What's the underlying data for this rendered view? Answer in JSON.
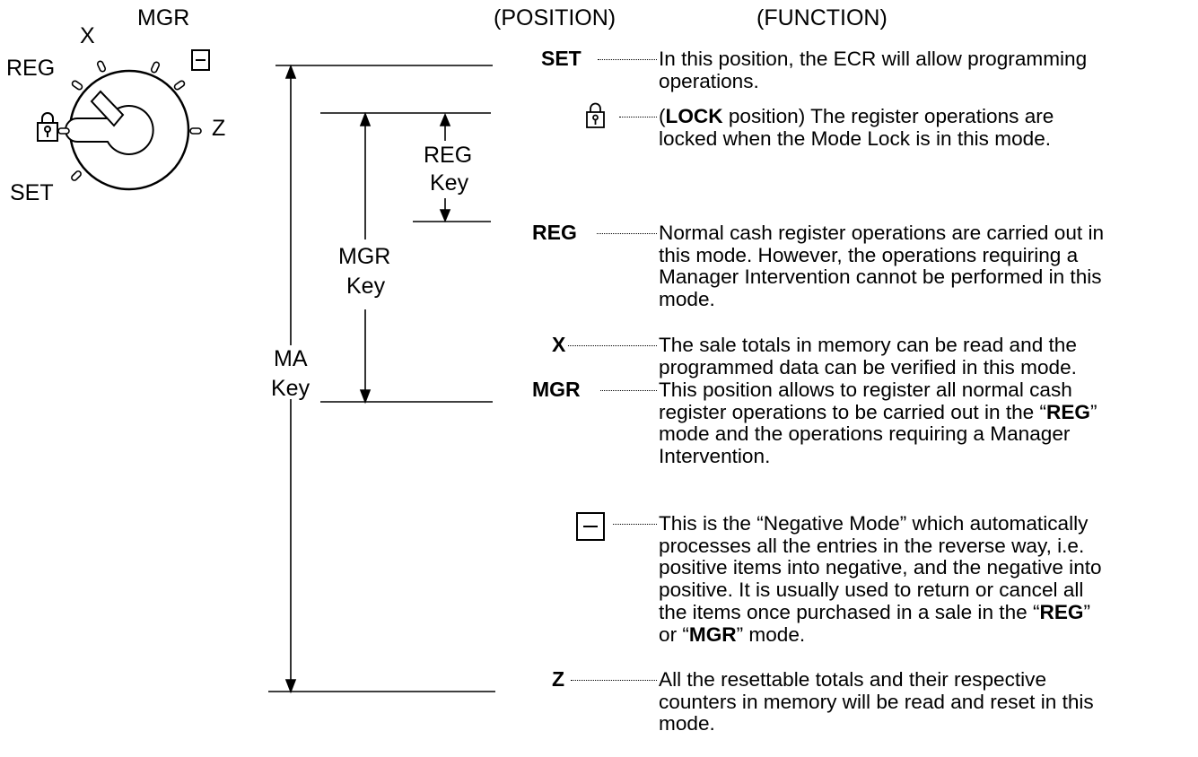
{
  "dial": {
    "labels": {
      "x": "X",
      "mgr": "MGR",
      "reg": "REG",
      "z": "Z",
      "set": "SET"
    },
    "icons": [
      "lock-icon",
      "minus-box-icon",
      "key-icon"
    ]
  },
  "ranges": {
    "reg_key": [
      "REG",
      "Key"
    ],
    "mgr_key": [
      "MGR",
      "Key"
    ],
    "ma_key": [
      "MA",
      "Key"
    ]
  },
  "headers": {
    "position": "(POSITION)",
    "function": "(FUNCTION)"
  },
  "rows": [
    {
      "position": "SET",
      "position_icon": "",
      "lines": [
        "In this position, the ECR will allow programming",
        "operations."
      ]
    },
    {
      "position": "",
      "position_icon": "lock-icon",
      "bold_prefix": "LOCK",
      "lines": [
        "(LOCK position) The register operations are",
        "locked when the Mode Lock is in this mode."
      ]
    },
    {
      "position": "REG",
      "position_icon": "",
      "lines": [
        "Normal cash register operations are carried out in",
        "this mode.  However, the operations requiring a",
        "Manager Intervention cannot be performed in this",
        "mode."
      ]
    },
    {
      "position": "X",
      "position_icon": "",
      "lines": [
        "The sale totals in memory can be read and the",
        "programmed data can be verified in this mode."
      ]
    },
    {
      "position": "MGR",
      "position_icon": "",
      "lines": [
        "This position allows to register all normal cash",
        "register operations to be carried out in the “REG”",
        "mode and the operations requiring a Manager",
        "Intervention."
      ]
    },
    {
      "position": "",
      "position_icon": "minus-box-icon",
      "lines": [
        "This is the “Negative Mode” which automatically",
        "processes all the entries in the reverse way, i.e.",
        "positive items into negative, and the negative into",
        "positive.  It is usually used to return or cancel all",
        "the items once purchased in a sale in the “REG”",
        "or “MGR” mode."
      ]
    },
    {
      "position": "Z",
      "position_icon": "",
      "lines": [
        "All the resettable totals and their respective",
        "counters in memory will be read and reset in this",
        "mode."
      ]
    }
  ]
}
